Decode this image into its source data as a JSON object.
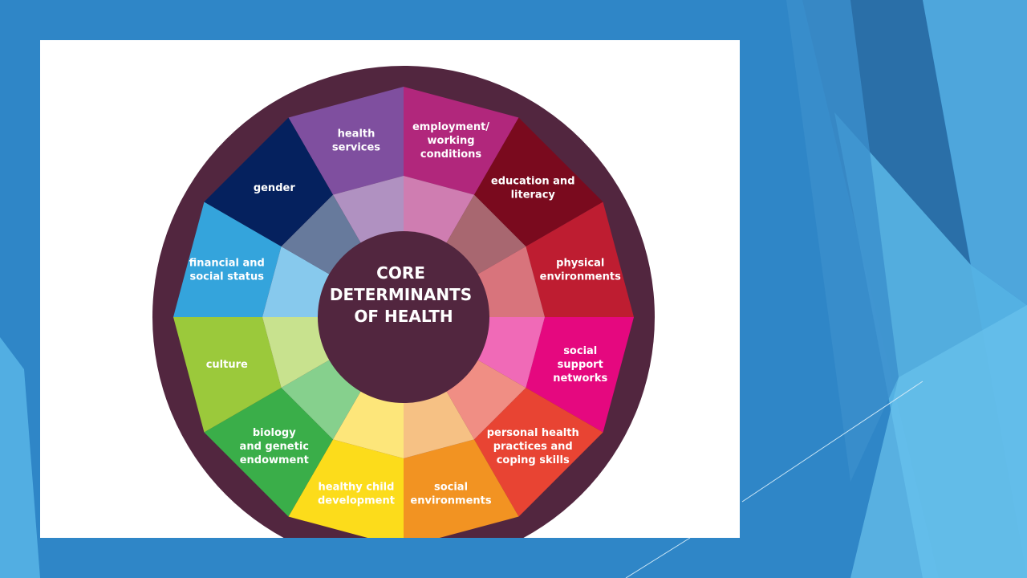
{
  "diagram": {
    "center": {
      "lines": [
        "CORE",
        "DETERMINANTS",
        "OF HEALTH"
      ],
      "color": "#52263f"
    },
    "ring_color": "#52263f",
    "segments": [
      {
        "id": "health-services",
        "lines": [
          "health",
          "services"
        ],
        "color": "#7f4f9f",
        "inner_color": "#b091c1"
      },
      {
        "id": "employment-working-conditions",
        "lines": [
          "employment/",
          "working",
          "conditions"
        ],
        "color": "#b1277c",
        "inner_color": "#cf7db1"
      },
      {
        "id": "education-and-literacy",
        "lines": [
          "education and",
          "literacy"
        ],
        "color": "#7a0a1e",
        "inner_color": "#a86770"
      },
      {
        "id": "physical-environments",
        "lines": [
          "physical",
          "environments"
        ],
        "color": "#be1d31",
        "inner_color": "#d8747c"
      },
      {
        "id": "social-support-networks",
        "lines": [
          "social",
          "support",
          "networks"
        ],
        "color": "#e5087f",
        "inner_color": "#f06ab7"
      },
      {
        "id": "personal-health-practices-and-coping-skills",
        "lines": [
          "personal health",
          "practices and",
          "coping skills"
        ],
        "color": "#e84433",
        "inner_color": "#f08e84"
      },
      {
        "id": "social-environments",
        "lines": [
          "social",
          "environments"
        ],
        "color": "#f29322",
        "inner_color": "#f6c184"
      },
      {
        "id": "healthy-child-development",
        "lines": [
          "healthy child",
          "development"
        ],
        "color": "#fcdc1b",
        "inner_color": "#fde67a"
      },
      {
        "id": "biology-and-genetic-endowment",
        "lines": [
          "biology",
          "and genetic",
          "endowment"
        ],
        "color": "#3aae49",
        "inner_color": "#86d08d"
      },
      {
        "id": "culture",
        "lines": [
          "culture"
        ],
        "color": "#9bc93b",
        "inner_color": "#c8e28e"
      },
      {
        "id": "financial-and-social-status",
        "lines": [
          "financial and",
          "social status"
        ],
        "color": "#34a4dc",
        "inner_color": "#87c9ed"
      },
      {
        "id": "gender",
        "lines": [
          "gender"
        ],
        "color": "#05215e",
        "inner_color": "#677a9c"
      }
    ]
  }
}
